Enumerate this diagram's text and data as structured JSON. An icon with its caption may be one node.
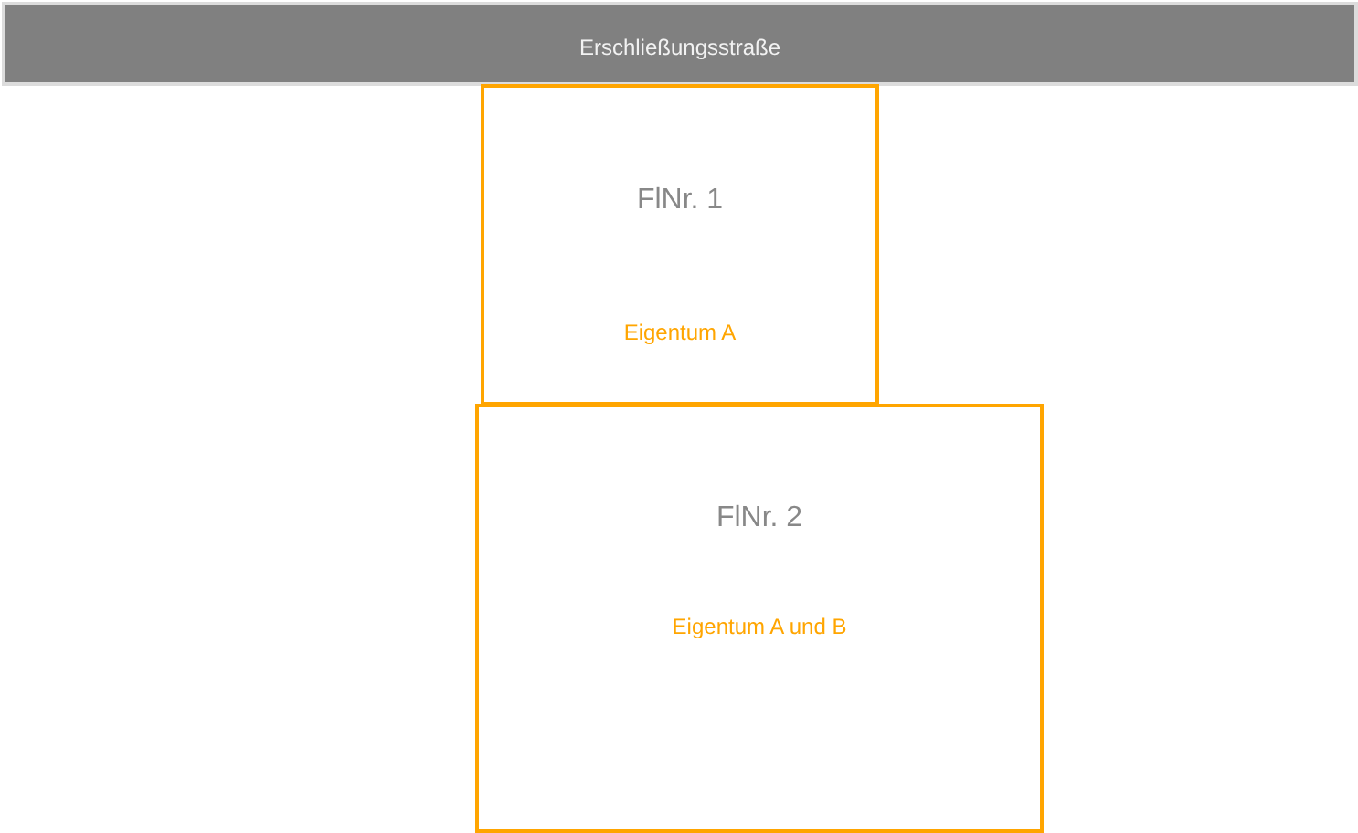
{
  "diagram": {
    "nodes": [
      {
        "text": [
          "Erschließungsstraße"
        ]
      },
      {
        "text": [
          "FlNr. 1",
          "Eigentum A"
        ]
      },
      {
        "text": [
          "FlNr. 2",
          "Eigentum A und B"
        ]
      }
    ]
  }
}
